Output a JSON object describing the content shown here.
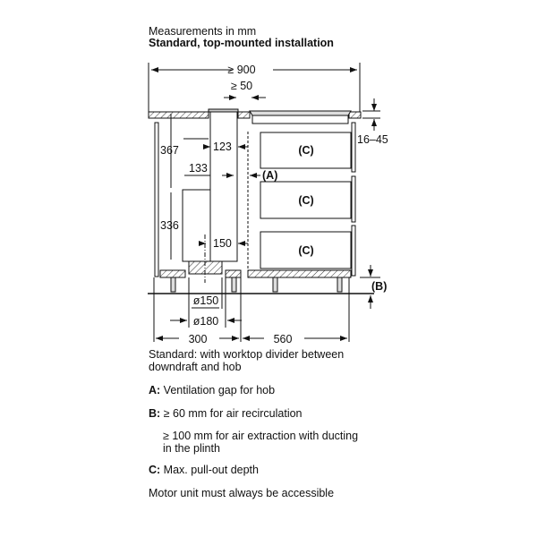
{
  "header": {
    "title": "Measurements in mm",
    "subtitle": "Standard, top-mounted installation"
  },
  "dimensions": {
    "total_width": "≥ 900",
    "gap": "≥ 50",
    "d367": "367",
    "d123": "123",
    "d133": "133",
    "d336": "336",
    "d150": "150",
    "worktop": "16–45",
    "dia150": "ø150",
    "dia180": "ø180",
    "d300": "300",
    "d560": "560"
  },
  "labels": {
    "a": "(A)",
    "b": "(B)",
    "c1": "(C)",
    "c2": "(C)",
    "c3": "(C)"
  },
  "notes": {
    "standard": "Standard: with worktop divider between",
    "standard2": "downdraft and hob",
    "a_key": "A:",
    "a_text": " Ventilation gap for hob",
    "b_key": "B:",
    "b_text": " ≥ 60 mm for air recirculation",
    "b2_line1": "≥ 100 mm for air extraction with ducting",
    "b2_line2": "in the plinth",
    "c_key": "C:",
    "c_text": " Max. pull-out depth",
    "motor": "Motor unit must always be accessible"
  }
}
